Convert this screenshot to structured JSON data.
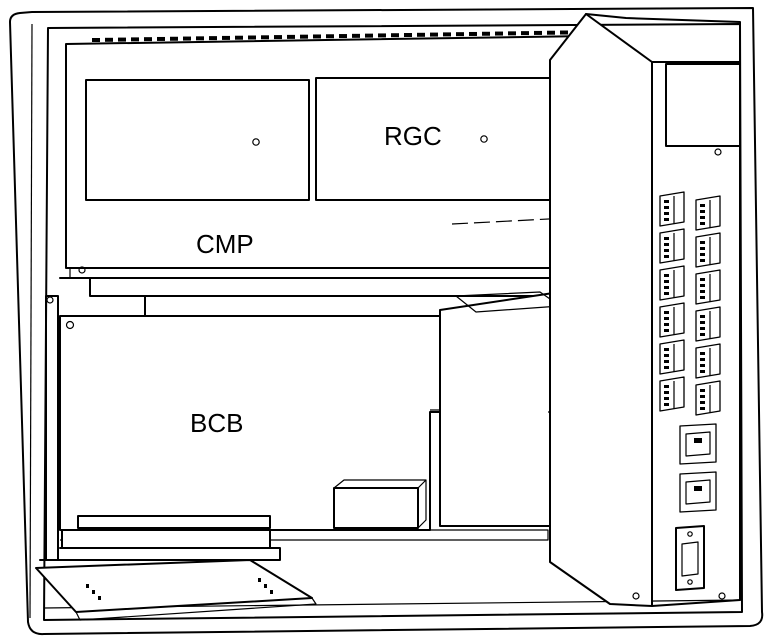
{
  "labels": {
    "rgc": "RGC",
    "cmp": "CMP",
    "bcb": "BCB"
  },
  "connectors": {
    "terminal_blocks": 12,
    "rj_jacks": 2,
    "serial_ports": 1
  }
}
